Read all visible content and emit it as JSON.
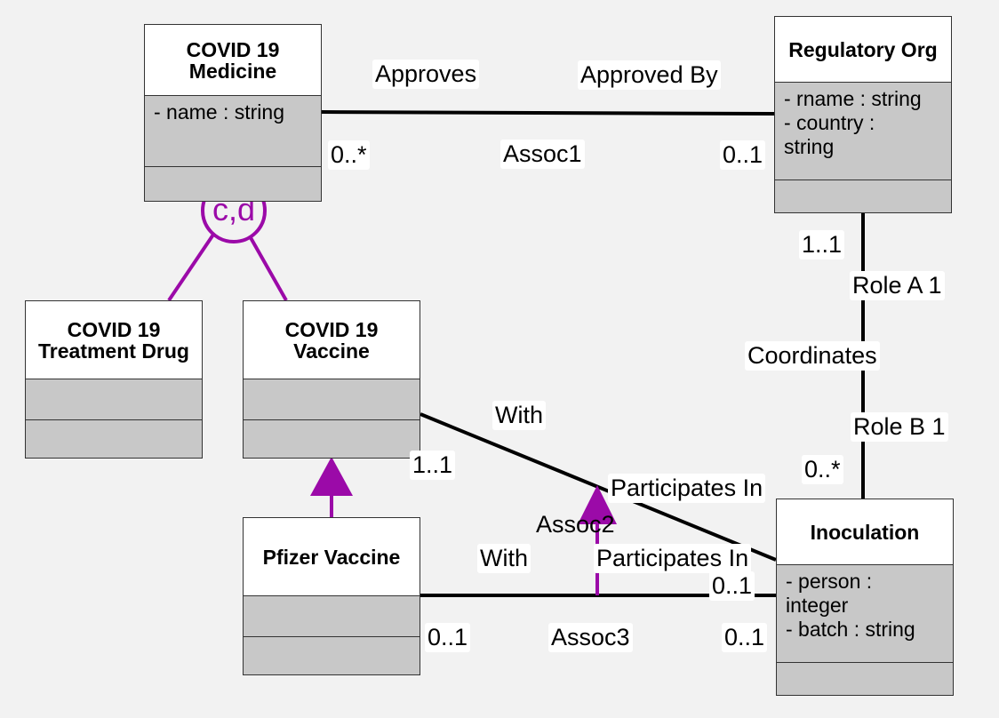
{
  "classes": {
    "medicine": {
      "name": "COVID 19\nMedicine",
      "attributes": [
        "- name : string"
      ]
    },
    "regulatory": {
      "name": "Regulatory Org",
      "attributes": [
        "- rname : string\n- country :\nstring"
      ]
    },
    "treatment": {
      "name": "COVID 19\nTreatment Drug",
      "attributes": []
    },
    "vaccine": {
      "name": "COVID 19\nVaccine",
      "attributes": []
    },
    "pfizer": {
      "name": "Pfizer Vaccine",
      "attributes": []
    },
    "inoculation": {
      "name": "Inoculation",
      "attributes": [
        "- person :\ninteger\n- batch : string"
      ]
    }
  },
  "generalization_set": {
    "label": "c,d"
  },
  "associations": {
    "assoc1": {
      "name": "Assoc1",
      "role_source": "Approves",
      "role_target": "Approved By",
      "mult_source": "0..*",
      "mult_target": "0..1"
    },
    "coordinates": {
      "name": "Coordinates",
      "role_source": "Role A 1",
      "role_target": "Role B 1",
      "mult_source": "1..1",
      "mult_target": "0..*"
    },
    "assoc2": {
      "name": "Assoc2",
      "role_source": "With",
      "role_target": "Participates In",
      "mult_source": "1..1",
      "mult_target": "0..1"
    },
    "assoc3": {
      "name": "Assoc3",
      "role_source": "With",
      "role_target": "Participates In",
      "mult_source": "0..1",
      "mult_target": "0..1"
    }
  },
  "colors": {
    "generalization": "#9b0aa8",
    "line": "#000000",
    "class_body": "#c8c8c8",
    "class_header": "#ffffff"
  }
}
